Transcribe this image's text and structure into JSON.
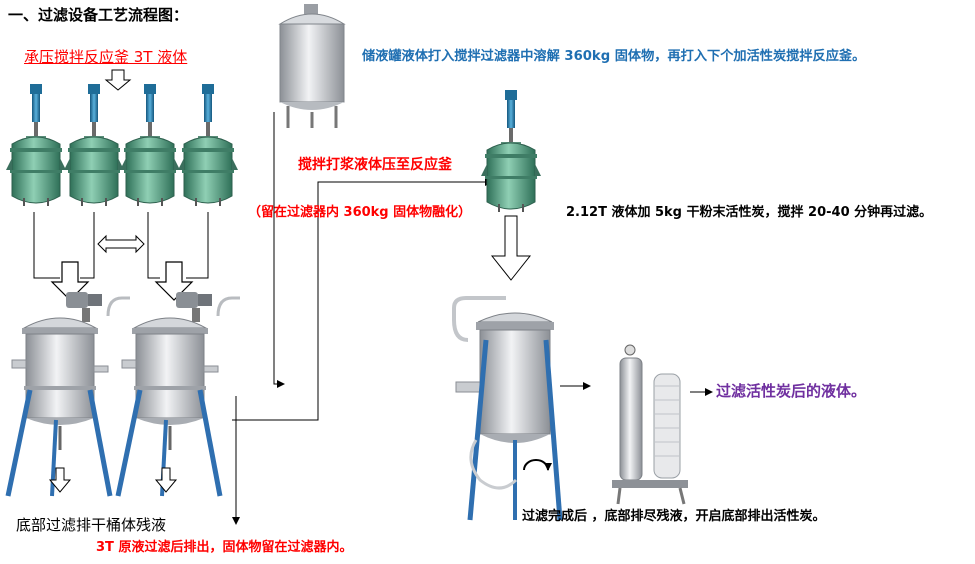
{
  "heading": "一、过滤设备工艺流程图：",
  "source_reactor_label": "承压搅拌反应釜 3T 液体",
  "storage_tank_note": "储液罐液体打入搅拌过滤器中溶解 360kg 固体物，再打入下个加活性炭搅拌反应釜。",
  "slurry_to_reactor_label": "搅拌打浆液体压至反应釜",
  "solid_melt_note": "（留在过滤器内 360kg 固体物融化）",
  "carbon_step_note": "2.12T 液体加 5kg 干粉末活性炭，搅拌 20-40 分钟再过滤。",
  "carbon_filtered_output_label": "过滤活性炭后的液体。",
  "bottom_drain_label": "底部过滤排干桶体残液",
  "raw_discharge_note": "3T 原液过滤后排出，固体物留在过滤器内。",
  "filter_complete_note": "过滤完成后 ，底部排尽残液，开启底部排出活性炭。",
  "colors": {
    "heading": "#000000",
    "red": "#ff0000",
    "blue": "#1f6fb2",
    "purple": "#7030a0",
    "reactor_body": "#4f9a7c",
    "motor": "#2a86b8",
    "filter_steel": "#c9ccd0",
    "support_leg": "#2f6fb0"
  }
}
